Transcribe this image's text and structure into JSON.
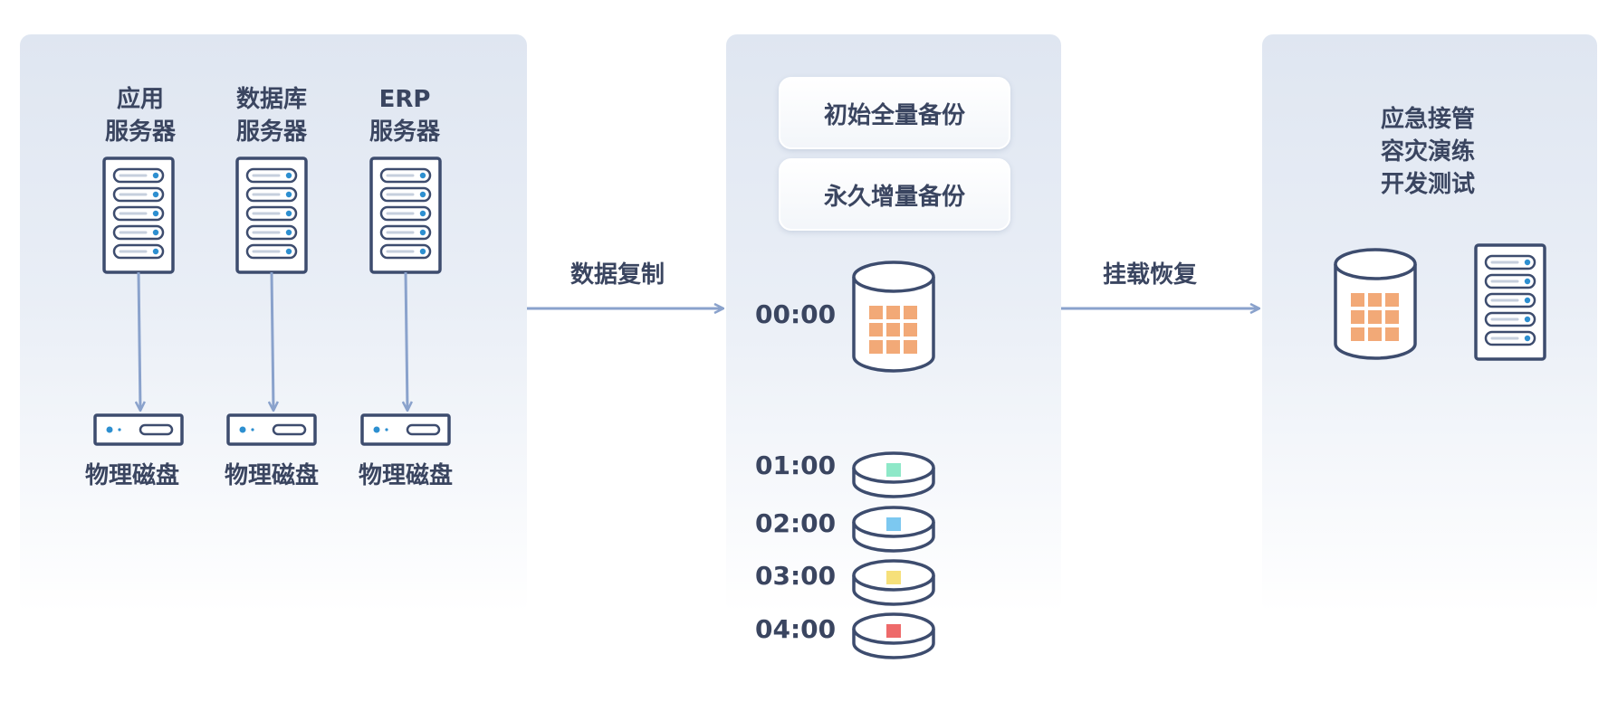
{
  "source": {
    "servers": [
      {
        "line1": "应用",
        "line2": "服务器",
        "disk_label": "物理磁盘"
      },
      {
        "line1": "数据库",
        "line2": "服务器",
        "disk_label": "物理磁盘"
      },
      {
        "line1": "ERP",
        "line2": "服务器",
        "disk_label": "物理磁盘"
      }
    ]
  },
  "arrows": {
    "replicate_label": "数据复制",
    "mount_label": "挂载恢复"
  },
  "backup": {
    "initial_full": "初始全量备份",
    "incremental": "永久增量备份",
    "full_time": "00:00",
    "snapshots": [
      {
        "time": "01:00",
        "color": "#8ee8c8"
      },
      {
        "time": "02:00",
        "color": "#7cc8f0"
      },
      {
        "time": "03:00",
        "color": "#f6e07a"
      },
      {
        "time": "04:00",
        "color": "#ee6a6a"
      }
    ]
  },
  "target": {
    "uses": [
      "应急接管",
      "容灾演练",
      "开发测试"
    ]
  },
  "colors": {
    "outline": "#3d4c6e",
    "accent_blue": "#2d8fd0",
    "arrow": "#8aa2cc",
    "grid_orange": "#f2a977"
  }
}
